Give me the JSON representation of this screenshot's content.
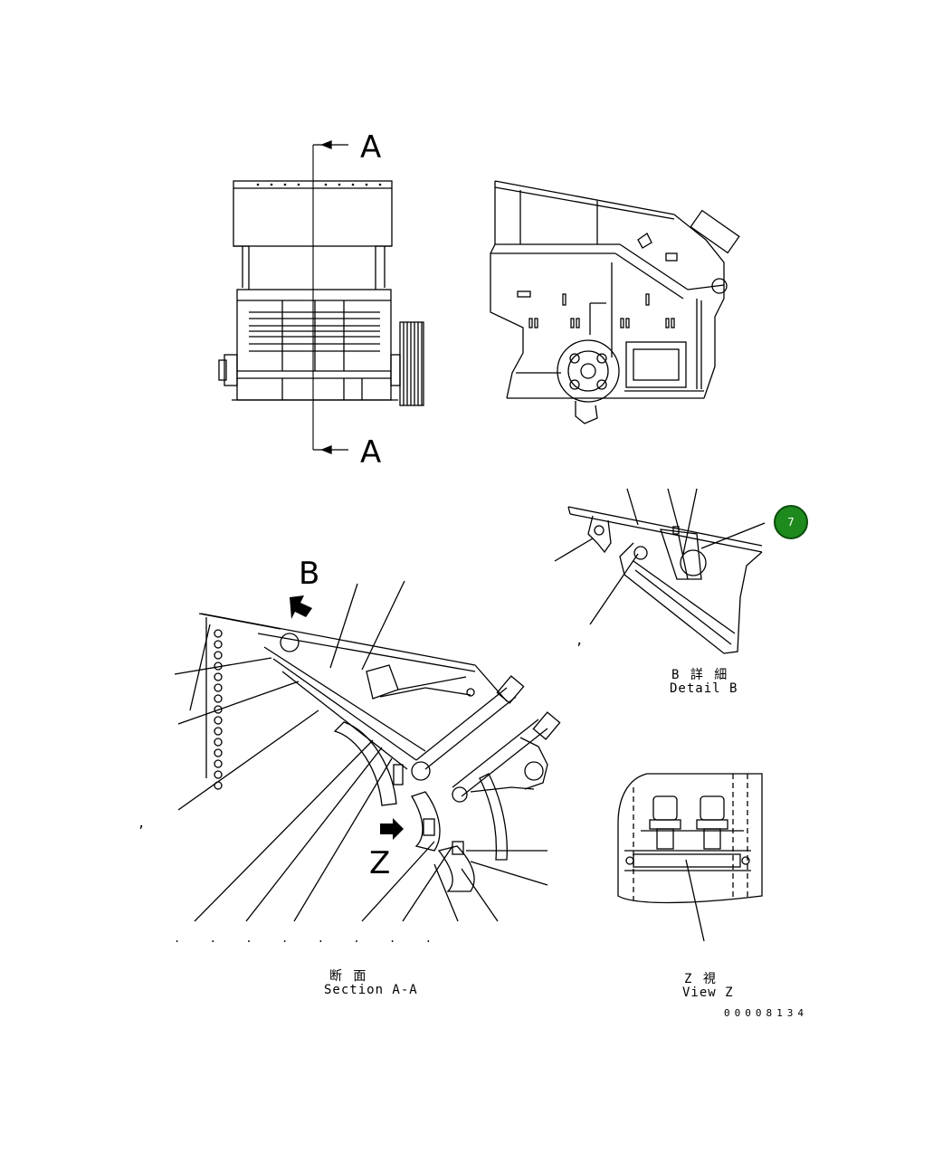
{
  "section_marks": {
    "top": "A",
    "bottom": "A"
  },
  "detail_letter": "B",
  "view_letter": "Z",
  "caption_section": {
    "jp": "断 面",
    "en": "Section A-A"
  },
  "caption_detail": {
    "jp": "B 詳 細",
    "en": "Detail B"
  },
  "caption_view": {
    "jp": "Z 視",
    "en": "View Z"
  },
  "drawing_number": "00008134",
  "badge_number": "7",
  "stray_marks": {
    "comma": ",",
    "dot_row": ".  .  .  .  .  .  .  ."
  },
  "colors": {
    "ink": "#000000",
    "badge": "#1e8a1e"
  }
}
